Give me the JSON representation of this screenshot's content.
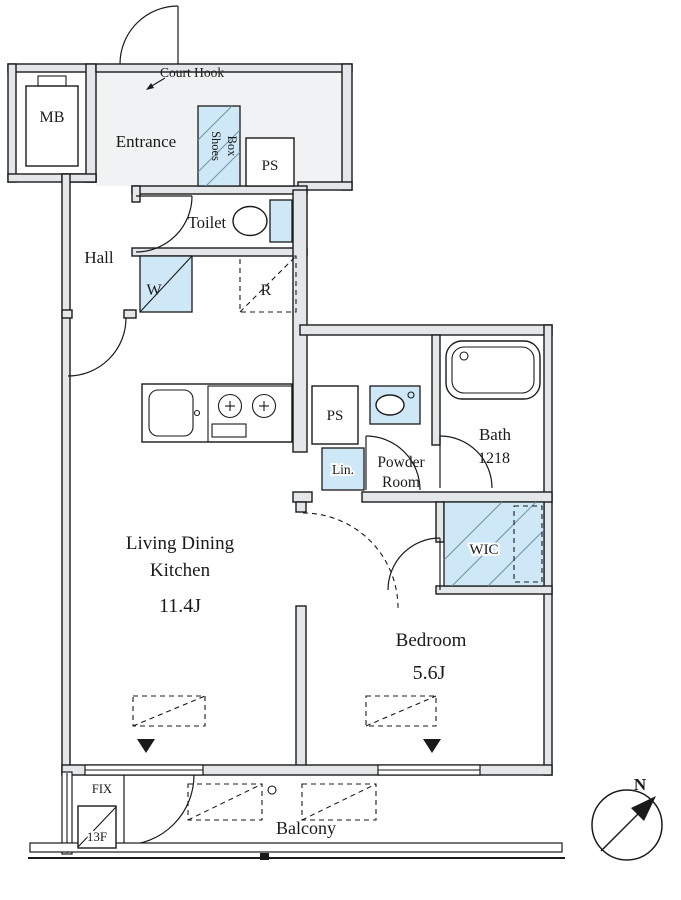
{
  "colors": {
    "wall_fill": "#e3e7ea",
    "fixture_blue": "#cfe8f7",
    "line": "#1a1a1a"
  },
  "labels": {
    "mb": "MB",
    "court_hook": "Court Hook",
    "entrance": "Entrance",
    "shoes_line1": "Shoes",
    "shoes_line2": "Box",
    "ps_upper": "PS",
    "toilet": "Toilet",
    "hall": "Hall",
    "washer": "W",
    "fridge": "R",
    "ps_lower": "PS",
    "linen": "Lin.",
    "powder_line1": "Powder",
    "powder_line2": "Room",
    "bath": "Bath",
    "bath_size": "1218",
    "wic": "WIC",
    "ldk_line1": "Living Dining",
    "ldk_line2": "Kitchen",
    "ldk_size": "11.4J",
    "bedroom": "Bedroom",
    "bedroom_size": "5.6J",
    "balcony": "Balcony",
    "fix": "FIX",
    "floor_tag": "13F",
    "north": "N"
  }
}
